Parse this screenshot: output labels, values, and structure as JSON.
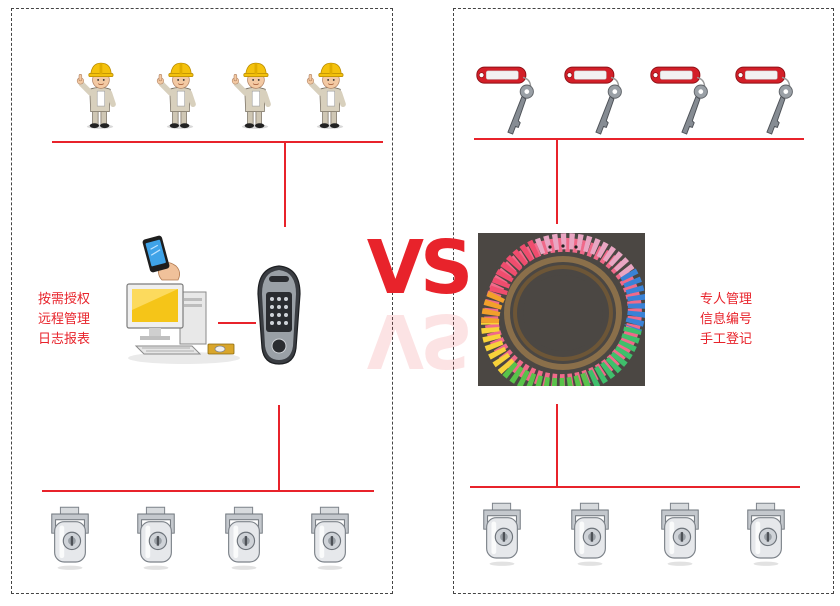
{
  "comparison_label": "VS",
  "left": {
    "features": [
      "按需授权",
      "远程管理",
      "日志报表"
    ],
    "workers": [
      "worker-1",
      "worker-2",
      "worker-3",
      "worker-4"
    ],
    "locks": [
      "lock-1",
      "lock-2",
      "lock-3",
      "lock-4"
    ]
  },
  "right": {
    "features": [
      "专人管理",
      "信息编号",
      "手工登记"
    ],
    "keys": [
      "key-1",
      "key-2",
      "key-3",
      "key-4"
    ],
    "locks": [
      "lock-1",
      "lock-2",
      "lock-3",
      "lock-4"
    ]
  },
  "colors": {
    "accent_red": "#e8232b",
    "border": "#444444",
    "helmet_yellow": "#f4c20d",
    "screen_yellow": "#f5c518"
  },
  "icons": {
    "worker": "construction-worker-icon",
    "key": "key-with-red-tag-icon",
    "lock": "cabinet-lock-icon",
    "computer": "desktop-computer-icon",
    "phone": "smartphone-icon",
    "smart_key": "electronic-smart-key-icon",
    "keyring": "keyring-rack-photo"
  }
}
